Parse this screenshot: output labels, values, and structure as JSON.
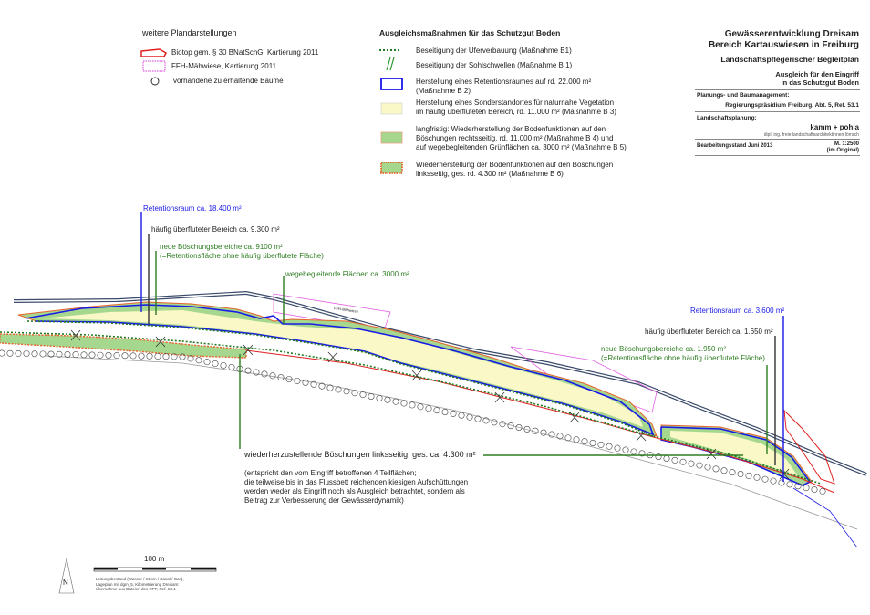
{
  "legend_left": {
    "title": "weitere Plandarstellungen",
    "items": [
      {
        "label": "Biotop gem. § 30 BNatSchG, Kartierung 2011",
        "icon": "biotope-outline-red"
      },
      {
        "label": "FFH-Mähwiese, Kartierung 2011",
        "icon": "ffh-meadow-pink-dotted"
      },
      {
        "label": "vorhandene zu erhaltende Bäume",
        "icon": "tree-circle"
      }
    ]
  },
  "legend_main": {
    "title": "Ausgleichsmaßnahmen für das Schutzgut Boden",
    "items": [
      {
        "lines": [
          "Beseitigung der Uferverbauung (Maßnahme  B1)"
        ]
      },
      {
        "lines": [
          "Beseitigung der Sohlschwellen (Maßnahme B 1)"
        ]
      },
      {
        "lines": [
          "Herstellung eines Retentionsraumes auf rd. 22.000 m²",
          "(Maßnahme B 2)"
        ]
      },
      {
        "lines": [
          "Herstellung eines Sonderstandortes für naturnahe Vegetation",
          "im häufig überfluteten Bereich, rd. 11.000 m² (Maßnahme B 3)"
        ]
      },
      {
        "lines": [
          "langfristig: Wiederherstellung der Bodenfunktionen auf den",
          "Böschungen rechtsseitig, rd. 11.000 m² (Maßnahme B 4) und",
          "auf wegebegleitenden Grünflächen ca. 3000 m² (Maßnahme B 5)"
        ]
      },
      {
        "lines": [
          "Wiederherstellung der Bodenfunktionen auf den Böschungen",
          "linksseitig, ges. rd. 4.300 m² (Maßnahme B 6)"
        ]
      }
    ]
  },
  "title_block": {
    "title1": "Gewässerentwicklung Dreisam",
    "title2": "Bereich Kartauswiesen in Freiburg",
    "plan": "Landschaftspflegerischer Begleitplan",
    "subject1": "Ausgleich für den Eingriff",
    "subject2": "in das Schutzgut Boden",
    "mgmt_label": "Planungs- und Baumanagement:",
    "mgmt_value": "Regierungspräsidium Freiburg, Abt. 5, Ref. 53.1",
    "lp_label": "Landschaftsplanung:",
    "lp_value": "kamm + pohla",
    "lp_sub": "dipl. ing. freie landschaftsarchitektinnen lörrach",
    "date": "Bearbeitungsstand Juni 2013",
    "scale": "M. 1:2500",
    "scale_note": "(im Original)"
  },
  "annotations": {
    "ret_left": "Retentionsraum ca. 18.400 m²",
    "flood_left": "häufig überfluteter Bereich ca. 9.300 m²",
    "slope_left_1": "neue Böschungsbereiche ca. 9100 m²",
    "slope_left_2": "(=Retentionsfläche ohne häufig überflutete Fläche)",
    "path_areas": "wegebegleitende Flächen ca. 3000 m²",
    "ffh_label": "FFH-Mähwiese",
    "ret_right": "Retentionsraum ca. 3.600 m²",
    "flood_right": "häufig überfluteter Bereich ca. 1.650 m²",
    "slope_right_1": "neue Böschungsbereiche ca. 1.950 m²",
    "slope_right_2": "(=Retentionsfläche ohne häufig überflutete Fläche)",
    "left_slopes": "wiederherzustellende Böschungen linksseitig, ges. ca. 4.300 m²",
    "note_lines": [
      "(entspricht den vom Eingriff betroffenen 4 Teilflächen;",
      "die teilweise bis in das Flussbett reichenden kiesigen Aufschüttungen",
      "werden weder als Eingriff noch als Ausgleich betrachtet, sondern als",
      "Beitrag zur Verbesserung der Gewässerdynamik)"
    ]
  },
  "scale_bar": {
    "label": "100 m"
  },
  "north_arrow": {
    "label": "N"
  },
  "source_note": [
    "Leitungsbestand (Wasser / Strom / Kanal / Gas),",
    "Lageplan mit dgm_5, Kilometrierung Dreisam:",
    "Übernahme aus Dateien des RPF, Ref. 53.1"
  ],
  "colors": {
    "retention_blue": "#1a1ae6",
    "meadow_yellow": "#fbf8c8",
    "slope_green": "#a6d78e",
    "bank_orange": "#e8622a",
    "dotted_green": "#1f7a1f",
    "biotope_red": "#e02020",
    "ffh_pink": "#e060e0",
    "label_green": "#2e7d22"
  }
}
